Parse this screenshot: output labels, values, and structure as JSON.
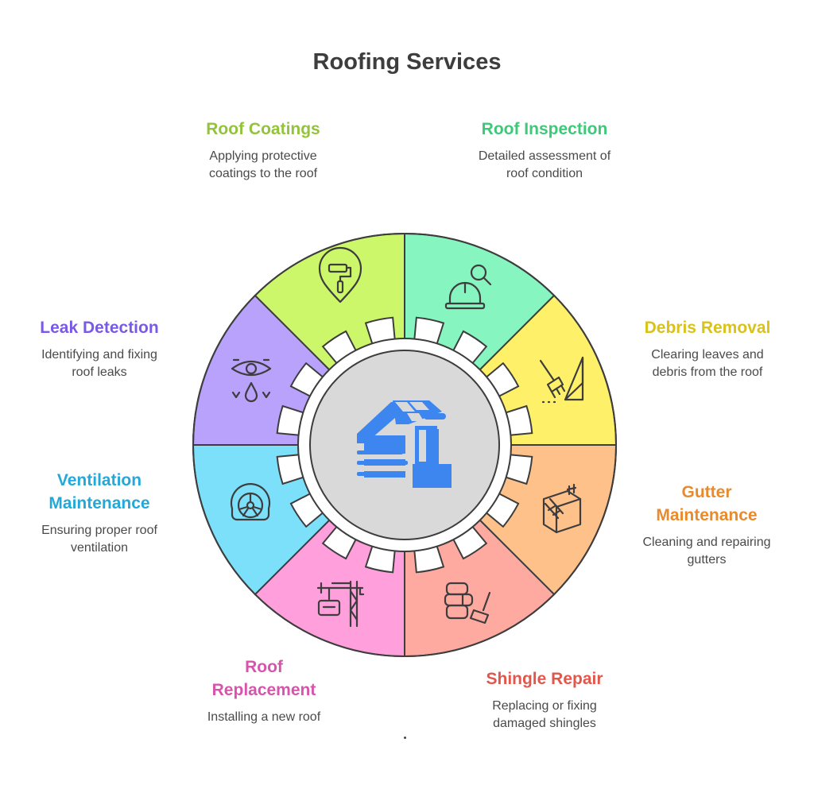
{
  "title": "Roofing Services",
  "center_icon": "house-with-solar-panels-icon",
  "services": [
    {
      "key": "roof-inspection",
      "title": "Roof Inspection",
      "desc": "Detailed assessment of\nroof condition",
      "color": "#86f5c0",
      "title_color": "#3fc879",
      "icon": "hardhat-magnifier-icon"
    },
    {
      "key": "debris-removal",
      "title": "Debris Removal",
      "desc": "Clearing leaves and\ndebris from the roof",
      "color": "#fff06a",
      "title_color": "#d9c21a",
      "icon": "rake-sweeping-icon"
    },
    {
      "key": "gutter-maintenance",
      "title": "Gutter\nMaintenance",
      "desc": "Cleaning and repairing\ngutters",
      "color": "#ffc18a",
      "title_color": "#e98a2c",
      "icon": "gutter-ladder-icon"
    },
    {
      "key": "shingle-repair",
      "title": "Shingle Repair",
      "desc": "Replacing or fixing\ndamaged shingles",
      "color": "#ffaaa0",
      "title_color": "#e2574c",
      "icon": "shingles-hammer-icon"
    },
    {
      "key": "roof-replacement",
      "title": "Roof\nReplacement",
      "desc": "Installing a new roof",
      "color": "#ffa0dd",
      "title_color": "#d854ac",
      "icon": "crane-icon"
    },
    {
      "key": "ventilation-maintenance",
      "title": "Ventilation\nMaintenance",
      "desc": "Ensuring proper roof\nventilation",
      "color": "#7de0fb",
      "title_color": "#23a9d8",
      "icon": "vent-fan-icon"
    },
    {
      "key": "leak-detection",
      "title": "Leak Detection",
      "desc": "Identifying and fixing\nroof leaks",
      "color": "#b9a2fc",
      "title_color": "#7a59e6",
      "icon": "leak-drop-icon"
    },
    {
      "key": "roof-coatings",
      "title": "Roof Coatings",
      "desc": "Applying protective\ncoatings to the roof",
      "color": "#cdf76a",
      "title_color": "#93c33b",
      "icon": "paint-roller-icon"
    }
  ]
}
